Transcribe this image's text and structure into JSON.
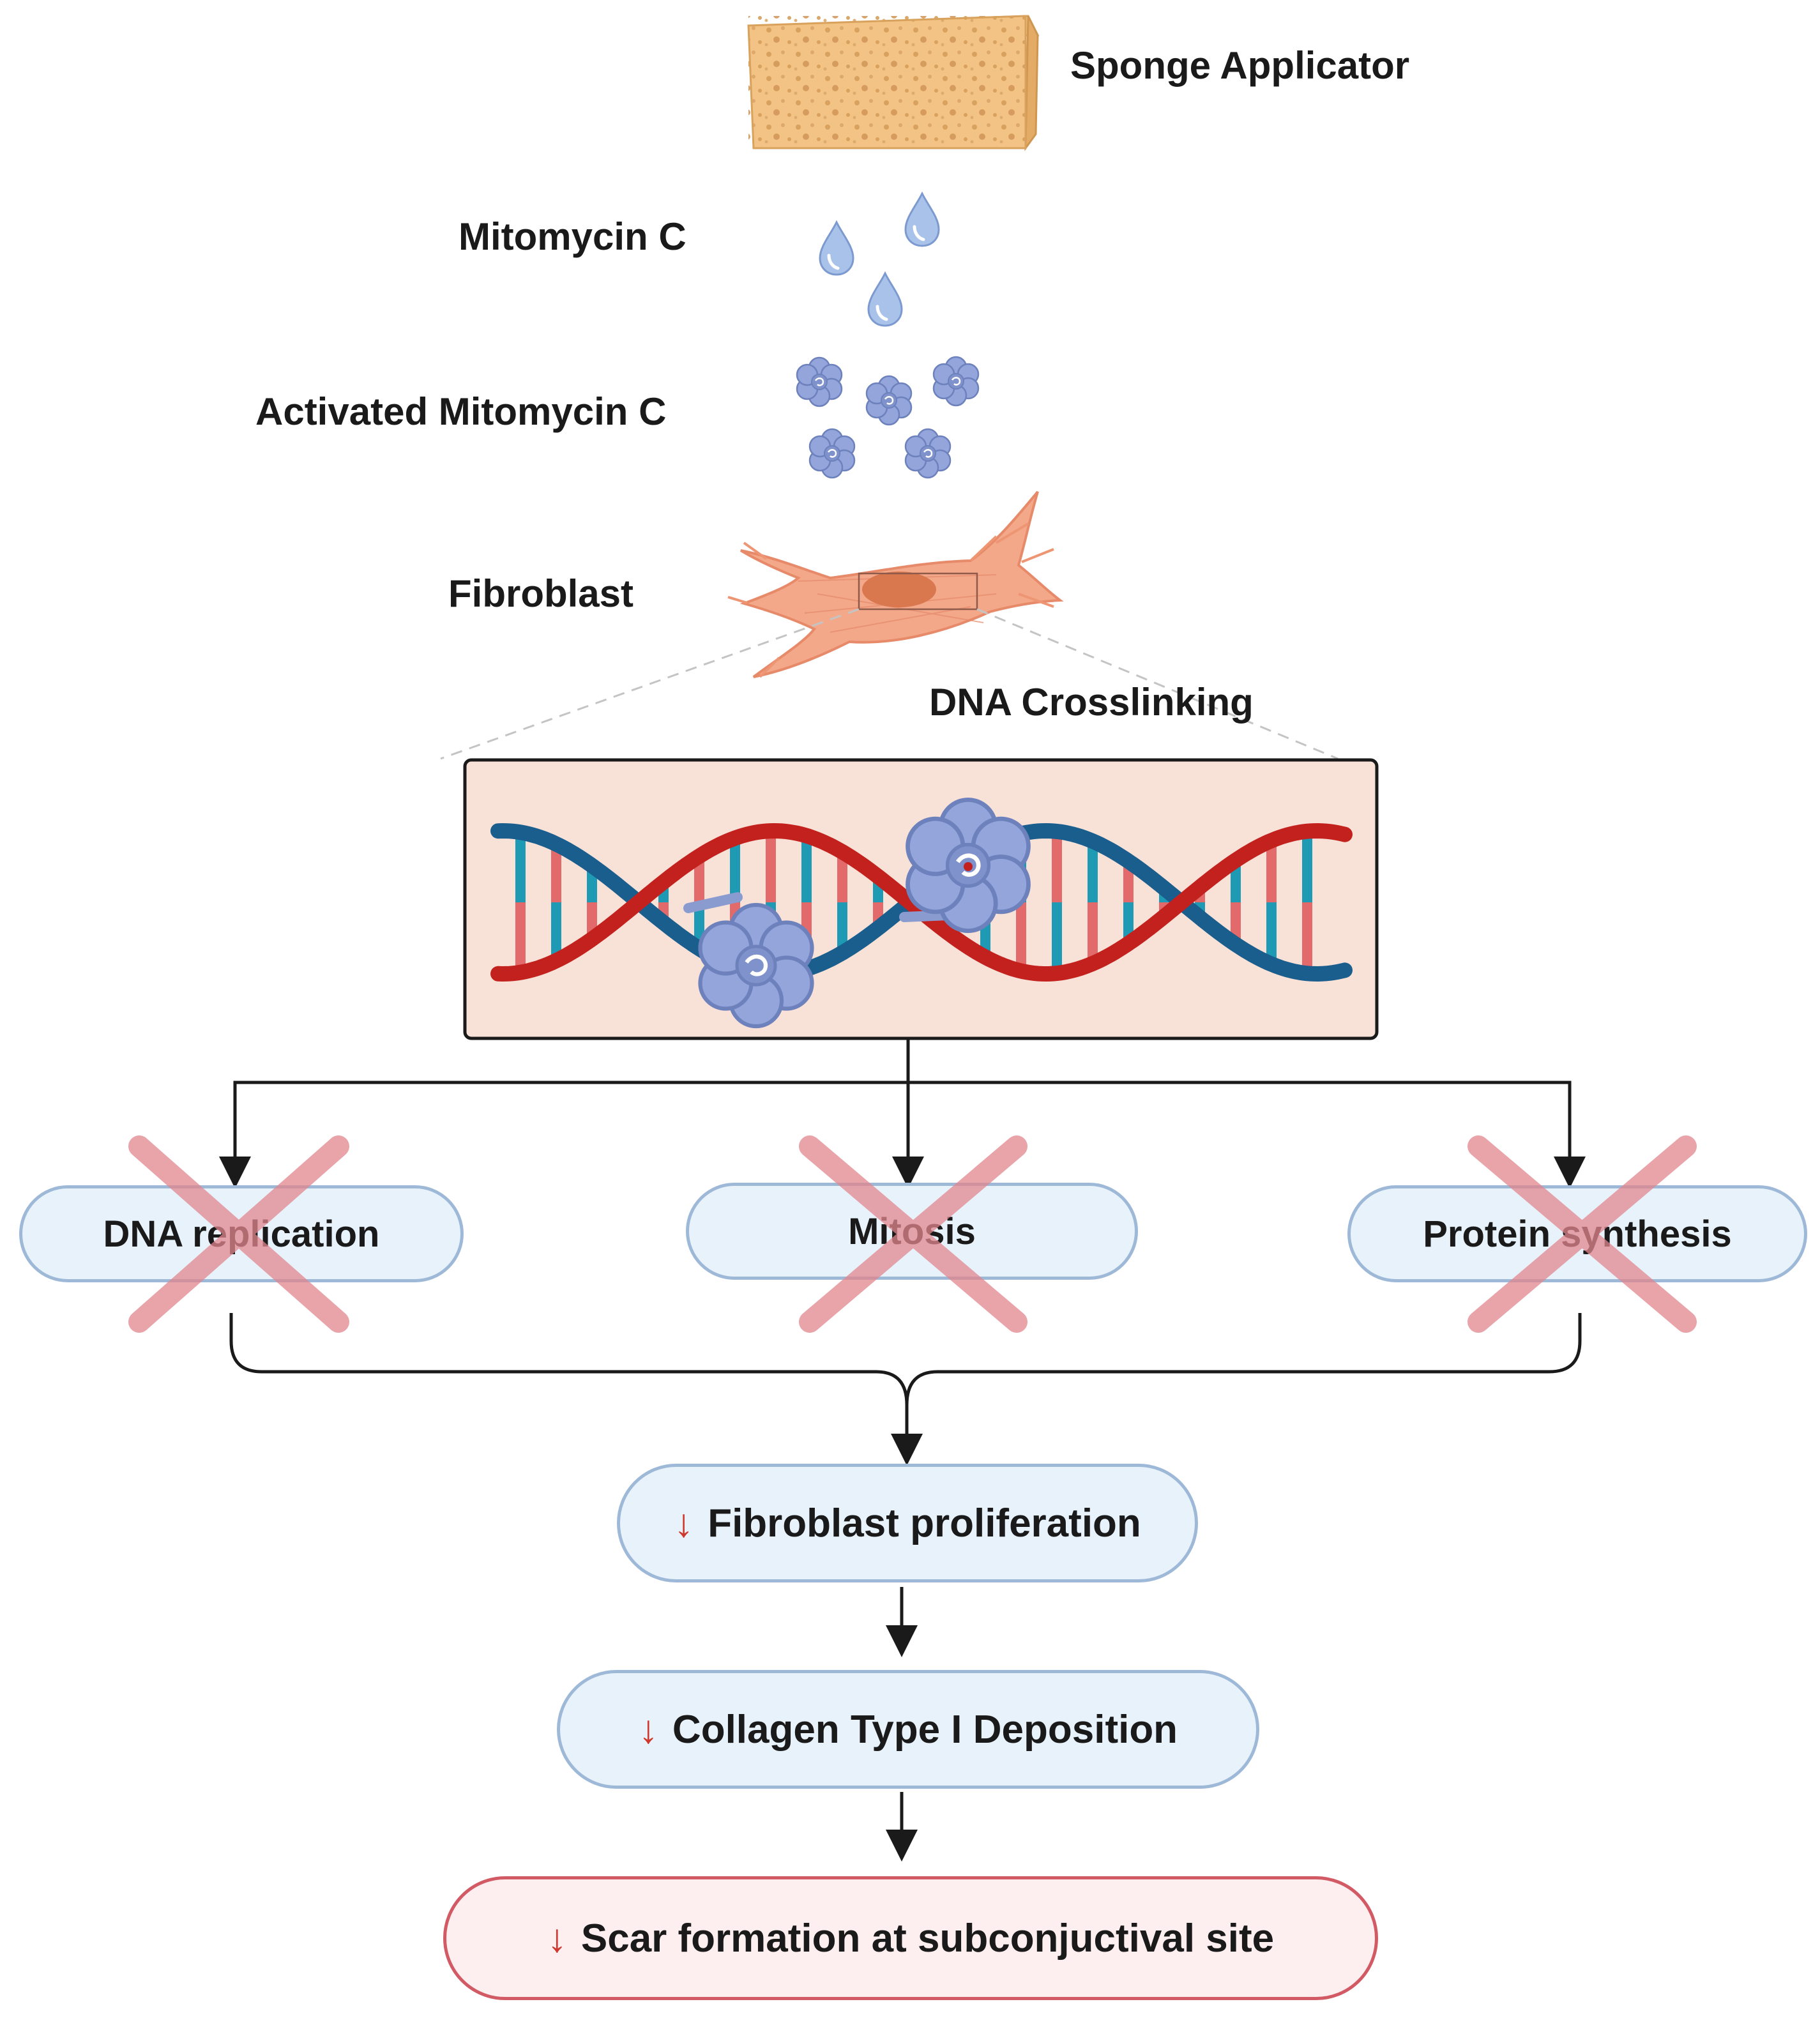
{
  "labels": {
    "sponge": "Sponge Applicator",
    "mitomycin": "Mitomycin C",
    "activated": "Activated Mitomycin C",
    "fibroblast": "Fibroblast",
    "crosslinking": "DNA Crosslinking"
  },
  "processes": [
    {
      "label": "DNA replication",
      "blocked": true
    },
    {
      "label": "Mitosis",
      "blocked": true
    },
    {
      "label": "Protein synthesis",
      "blocked": true
    }
  ],
  "outcomes": [
    {
      "label": "Fibroblast proliferation",
      "trend": "↓"
    },
    {
      "label": "Collagen Type I Deposition",
      "trend": "↓"
    },
    {
      "label": "Scar formation at subconjuctival site",
      "trend": "↓"
    }
  ],
  "colors": {
    "dna_red_strand": "#c3211e",
    "dna_blue_strand": "#1a5e8e",
    "mmc_blue": "#8497cf",
    "box_fill": "#f8e1d7",
    "pill_blue_fill": "#e8f2fb",
    "pill_red_fill": "#fdeef0",
    "cross": "#e2868e"
  },
  "icons": [
    "sponge-icon",
    "droplet-icon",
    "mitomycin-molecule-icon",
    "fibroblast-cell-icon",
    "dna-helix-icon",
    "cross-mark-icon",
    "arrow-icon"
  ]
}
